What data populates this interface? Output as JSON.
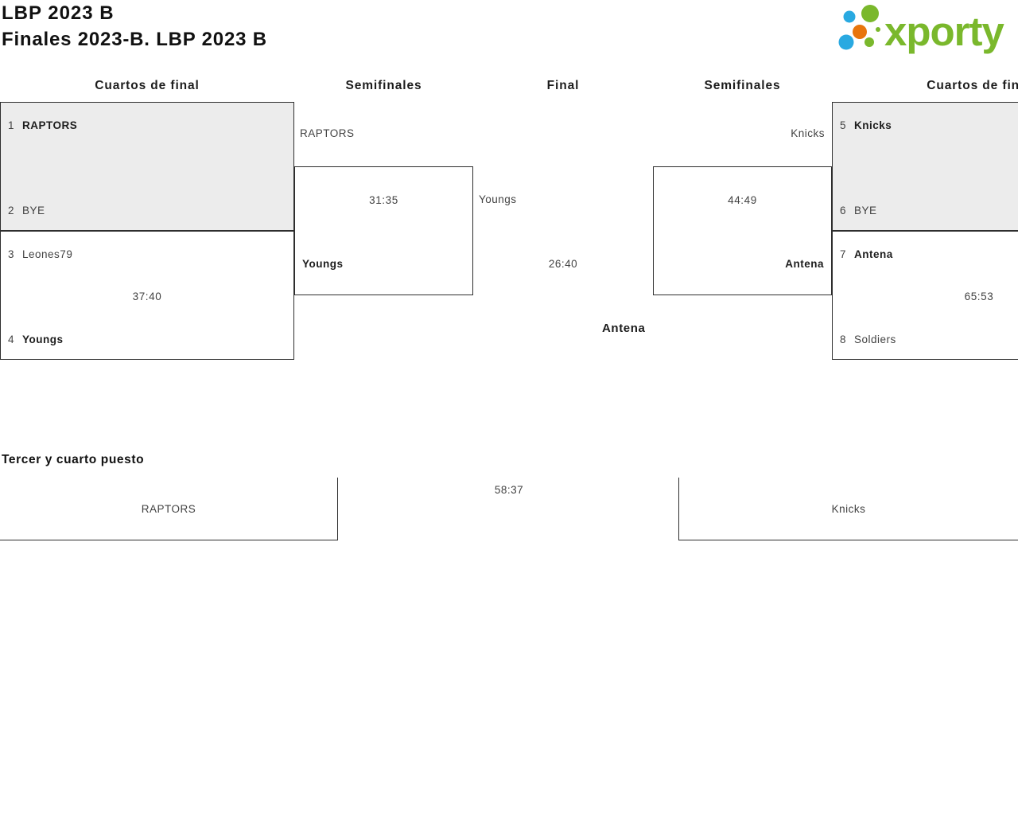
{
  "header": {
    "title": "LBP 2023 B",
    "subtitle": "Finales 2023-B. LBP 2023 B"
  },
  "logo": {
    "text": "xporty"
  },
  "rounds": [
    "Cuartos de final",
    "Semifinales",
    "Final",
    "Semifinales",
    "Cuartos de final"
  ],
  "matches": {
    "qf_left_1": {
      "seed1": "1",
      "team1": "RAPTORS",
      "seed2": "2",
      "team2": "BYE"
    },
    "qf_left_2": {
      "seed1": "3",
      "team1": "Leones79",
      "seed2": "4",
      "team2": "Youngs",
      "score": "37:40"
    },
    "sf_left": {
      "team1": "RAPTORS",
      "team2": "Youngs",
      "score": "31:35"
    },
    "final": {
      "team1": "Youngs",
      "score": "26:40",
      "winner": "Antena"
    },
    "sf_right": {
      "team1": "Knicks",
      "team2": "Antena",
      "score": "44:49"
    },
    "qf_right_1": {
      "seed1": "5",
      "team1": "Knicks",
      "seed2": "6",
      "team2": "BYE"
    },
    "qf_right_2": {
      "seed1": "7",
      "team1": "Antena",
      "seed2": "8",
      "team2": "Soldiers",
      "score": "65:53"
    }
  },
  "third_place": {
    "heading": "Tercer y cuarto puesto",
    "team1": "RAPTORS",
    "team2": "Knicks",
    "score": "58:37"
  },
  "colors": {
    "border": "#2e2e2e",
    "bye-fill": "#ececec",
    "text-dark": "#1d1d1d",
    "text-normal": "#424242",
    "logo-green": "#7ab82c",
    "logo-blue": "#29a9e1",
    "logo-orange": "#e8750c"
  }
}
